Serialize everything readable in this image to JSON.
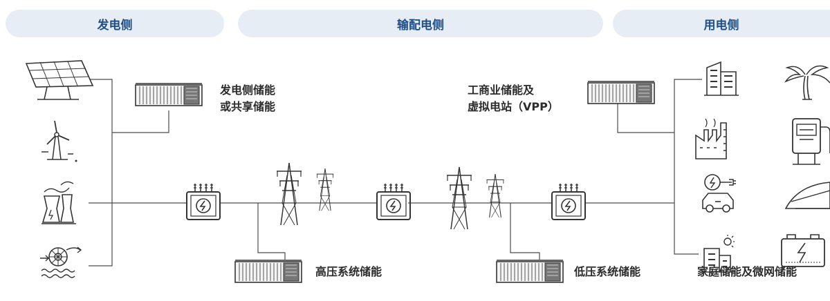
{
  "headers": {
    "generation": "发电侧",
    "transmission": "输配电侧",
    "consumption": "用电侧"
  },
  "labels": {
    "gen_storage_line1": "发电侧储能",
    "gen_storage_line2": "或共享储能",
    "ci_storage_line1": "工商业储能及",
    "ci_storage_line2": "虚拟电站（VPP）",
    "hv_storage": "高压系统储能",
    "lv_storage": "低压系统储能",
    "home_storage": "家庭储能及微网储能"
  },
  "colors": {
    "header_bg": "#e6edf5",
    "header_text": "#1f4f86",
    "line": "#4a4a4a",
    "icon": "#333333"
  }
}
